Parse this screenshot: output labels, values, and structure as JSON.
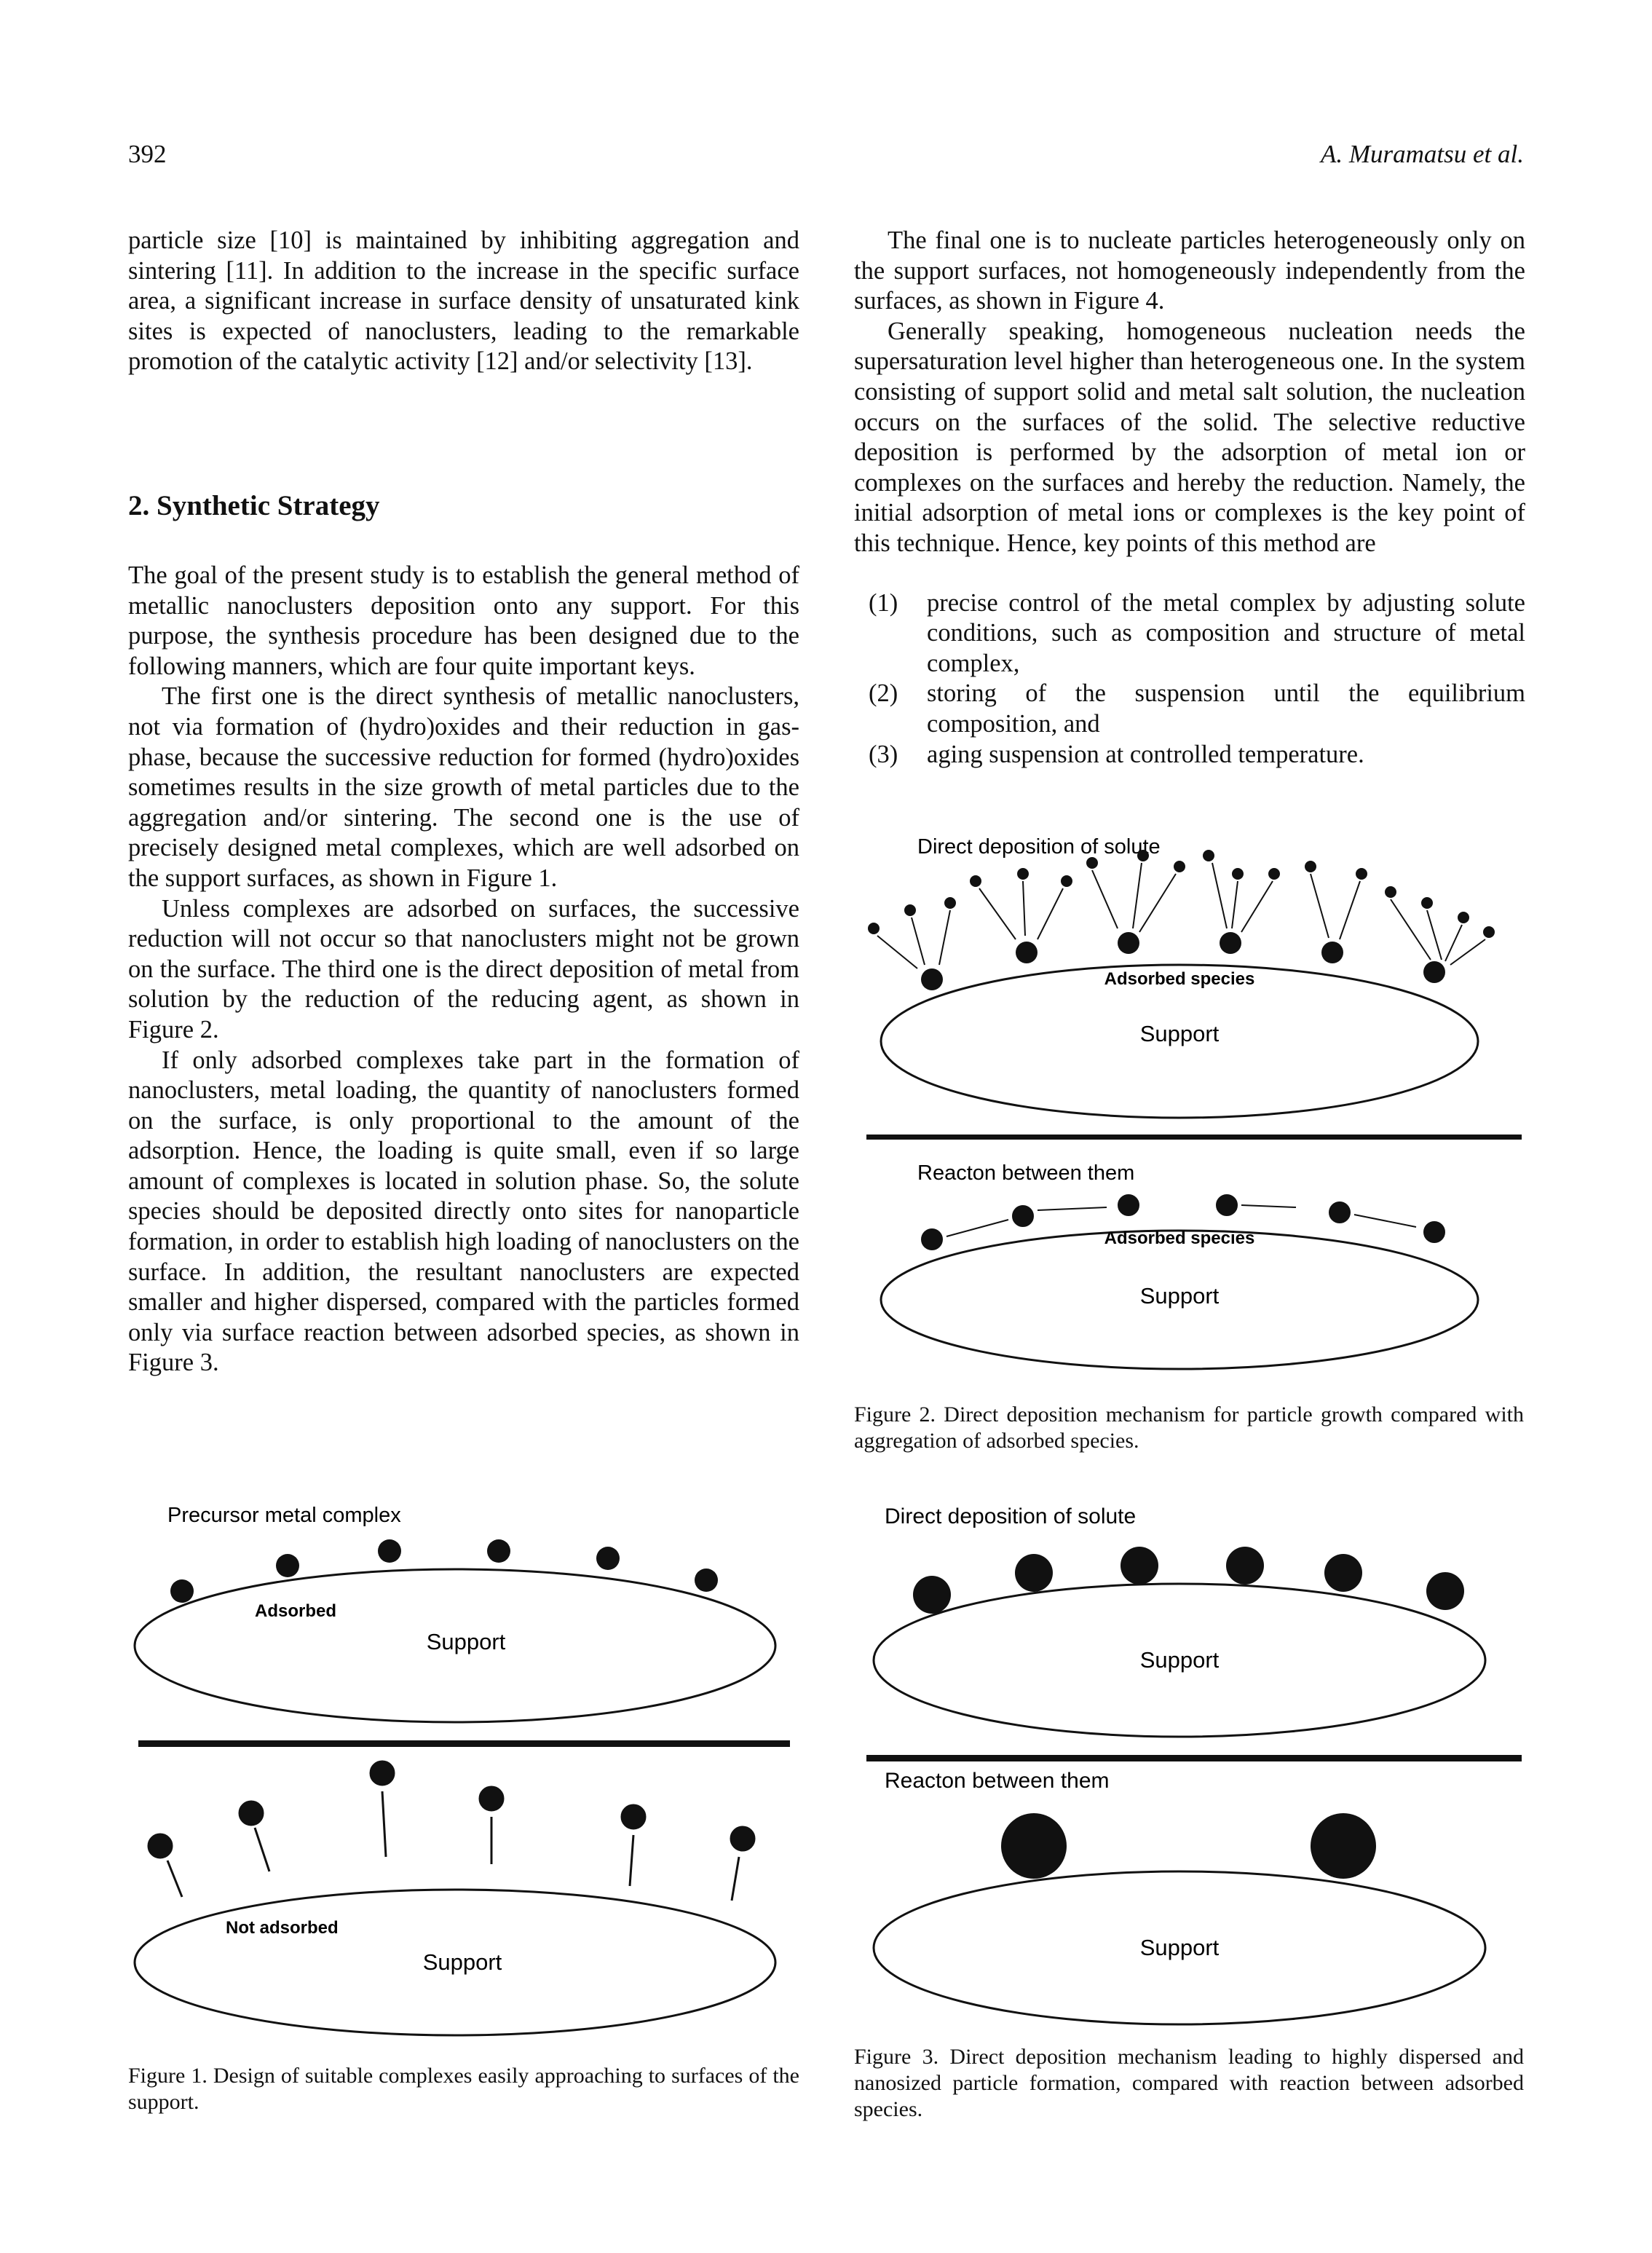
{
  "header": {
    "page_number": "392",
    "running_head": "A. Muramatsu et al."
  },
  "col1_top": {
    "p1": "particle size [10] is maintained by inhibiting aggregation and sintering [11]. In addition to the increase in the specific surface area, a significant increase in surface density of unsaturated kink sites is expected of nanoclusters, leading to the remarkable promotion of the catalytic activity [12] and/or selectivity [13]."
  },
  "section": {
    "title": "2. Synthetic Strategy"
  },
  "col1": {
    "p1": "The goal of the present study is to establish the general method of metallic nanoclusters deposition onto any support. For this purpose, the synthesis procedure has been designed due to the following manners, which are four quite important keys.",
    "p2": "The first one is the direct synthesis of metallic nanoclusters, not via formation of (hydro)oxides and their reduction in gas-phase, because the successive reduction for formed (hydro)oxides sometimes results in the size growth of metal particles due to the aggregation and/or sintering. The second one is the use of precisely designed metal complexes, which are well adsorbed on the support surfaces, as shown in Figure 1.",
    "p3": "Unless complexes are adsorbed on surfaces, the successive reduction will not occur so that nanoclusters might not be grown on the surface. The third one is the direct deposition of metal from solution by the reduction of the reducing agent, as shown in Figure 2.",
    "p4": "If only adsorbed complexes take part in the formation of nanoclusters, metal loading, the quantity of nanoclusters formed on the surface, is only proportional to the amount of the adsorption. Hence, the loading is quite small, even if so large amount of complexes is located in solution phase. So, the solute species should be deposited directly onto sites for nanoparticle formation, in order to establish high loading of nanoclusters on the surface. In addition, the resultant nanoclusters are expected smaller and higher dispersed, compared with the particles formed only via surface reaction between adsorbed species, as shown in Figure 3."
  },
  "col2": {
    "p1": "The final one is to nucleate particles heterogeneously only on the support surfaces, not homogeneously independently from the surfaces, as shown in Figure 4.",
    "p2": "Generally speaking, homogeneous nucleation needs the supersaturation level higher than heterogeneous one. In the system consisting of support solid and metal salt solution, the nucleation occurs on the surfaces of the solid. The selective reductive deposition is performed by the adsorption of metal ion or complexes on the surfaces and hereby the reduction. Namely, the initial adsorption of metal ions or complexes is the key point of this technique. Hence, key points of this method are",
    "list": [
      {
        "num": "(1)",
        "text": "precise control of the metal complex by adjusting solute conditions, such as composition and structure of metal complex,"
      },
      {
        "num": "(2)",
        "text": "storing of the suspension until the equilibrium composition, and"
      },
      {
        "num": "(3)",
        "text": "aging suspension at controlled temperature."
      }
    ]
  },
  "figure2": {
    "top_label": "Direct deposition of solute",
    "bottom_label": "Reacton between them",
    "adsorbed_label": "Adsorbed species",
    "support_label": "Support",
    "caption": "Figure 2.  Direct deposition mechanism for particle growth compared with aggregation of adsorbed species."
  },
  "figure1": {
    "top_label": "Precursor metal complex",
    "adsorbed_label": "Adsorbed",
    "not_adsorbed_label": "Not adsorbed",
    "support_label": "Support",
    "caption": "Figure 1.  Design of suitable complexes easily approaching to surfaces of the support."
  },
  "figure3": {
    "top_label": "Direct deposition of solute",
    "bottom_label": "Reacton between them",
    "support_label": "Support",
    "caption": "Figure 3.  Direct deposition mechanism leading to highly dispersed and nanosized particle formation, compared with reaction between adsorbed species."
  }
}
